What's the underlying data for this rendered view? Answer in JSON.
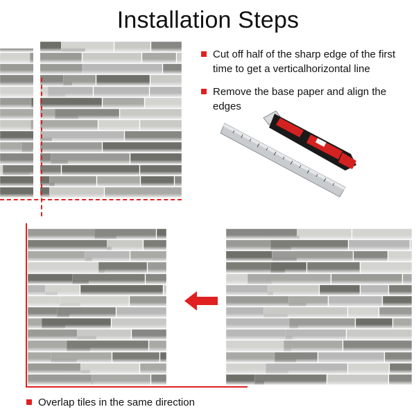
{
  "title": "Installation Steps",
  "steps": [
    "Cut off half of the sharp edge of the first time to get a verticalhorizontal line",
    "Remove the base paper and align the edges",
    "Overlap tiles in the same direction"
  ],
  "colors": {
    "accent": "#e02020",
    "tile_dark": "#6f6f6a",
    "tile_mid": "#9a9a96",
    "tile_light": "#c9c9c5",
    "tile_metal": "#b8b8b8"
  },
  "icons": {
    "arrow": "left-arrow-icon",
    "knife": "utility-knife-icon",
    "ruler": "steel-ruler-icon"
  }
}
